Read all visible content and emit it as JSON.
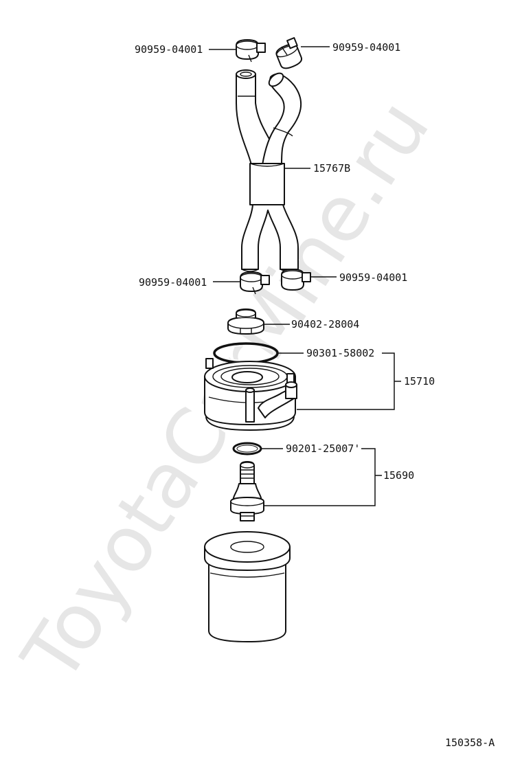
{
  "watermark": "ToyotaCarMine.ru",
  "labels": {
    "clamp_top_left": "90959-04001",
    "clamp_top_right": "90959-04001",
    "hose": "15767B",
    "clamp_bottom_left": "90959-04001",
    "clamp_bottom_right": "90959-04001",
    "plug": "90402-28004",
    "oring": "90301-58002",
    "cooler": "15710",
    "gasket": "90201-25007'",
    "union_bolt": "15690"
  },
  "figure_id": "150358-A"
}
